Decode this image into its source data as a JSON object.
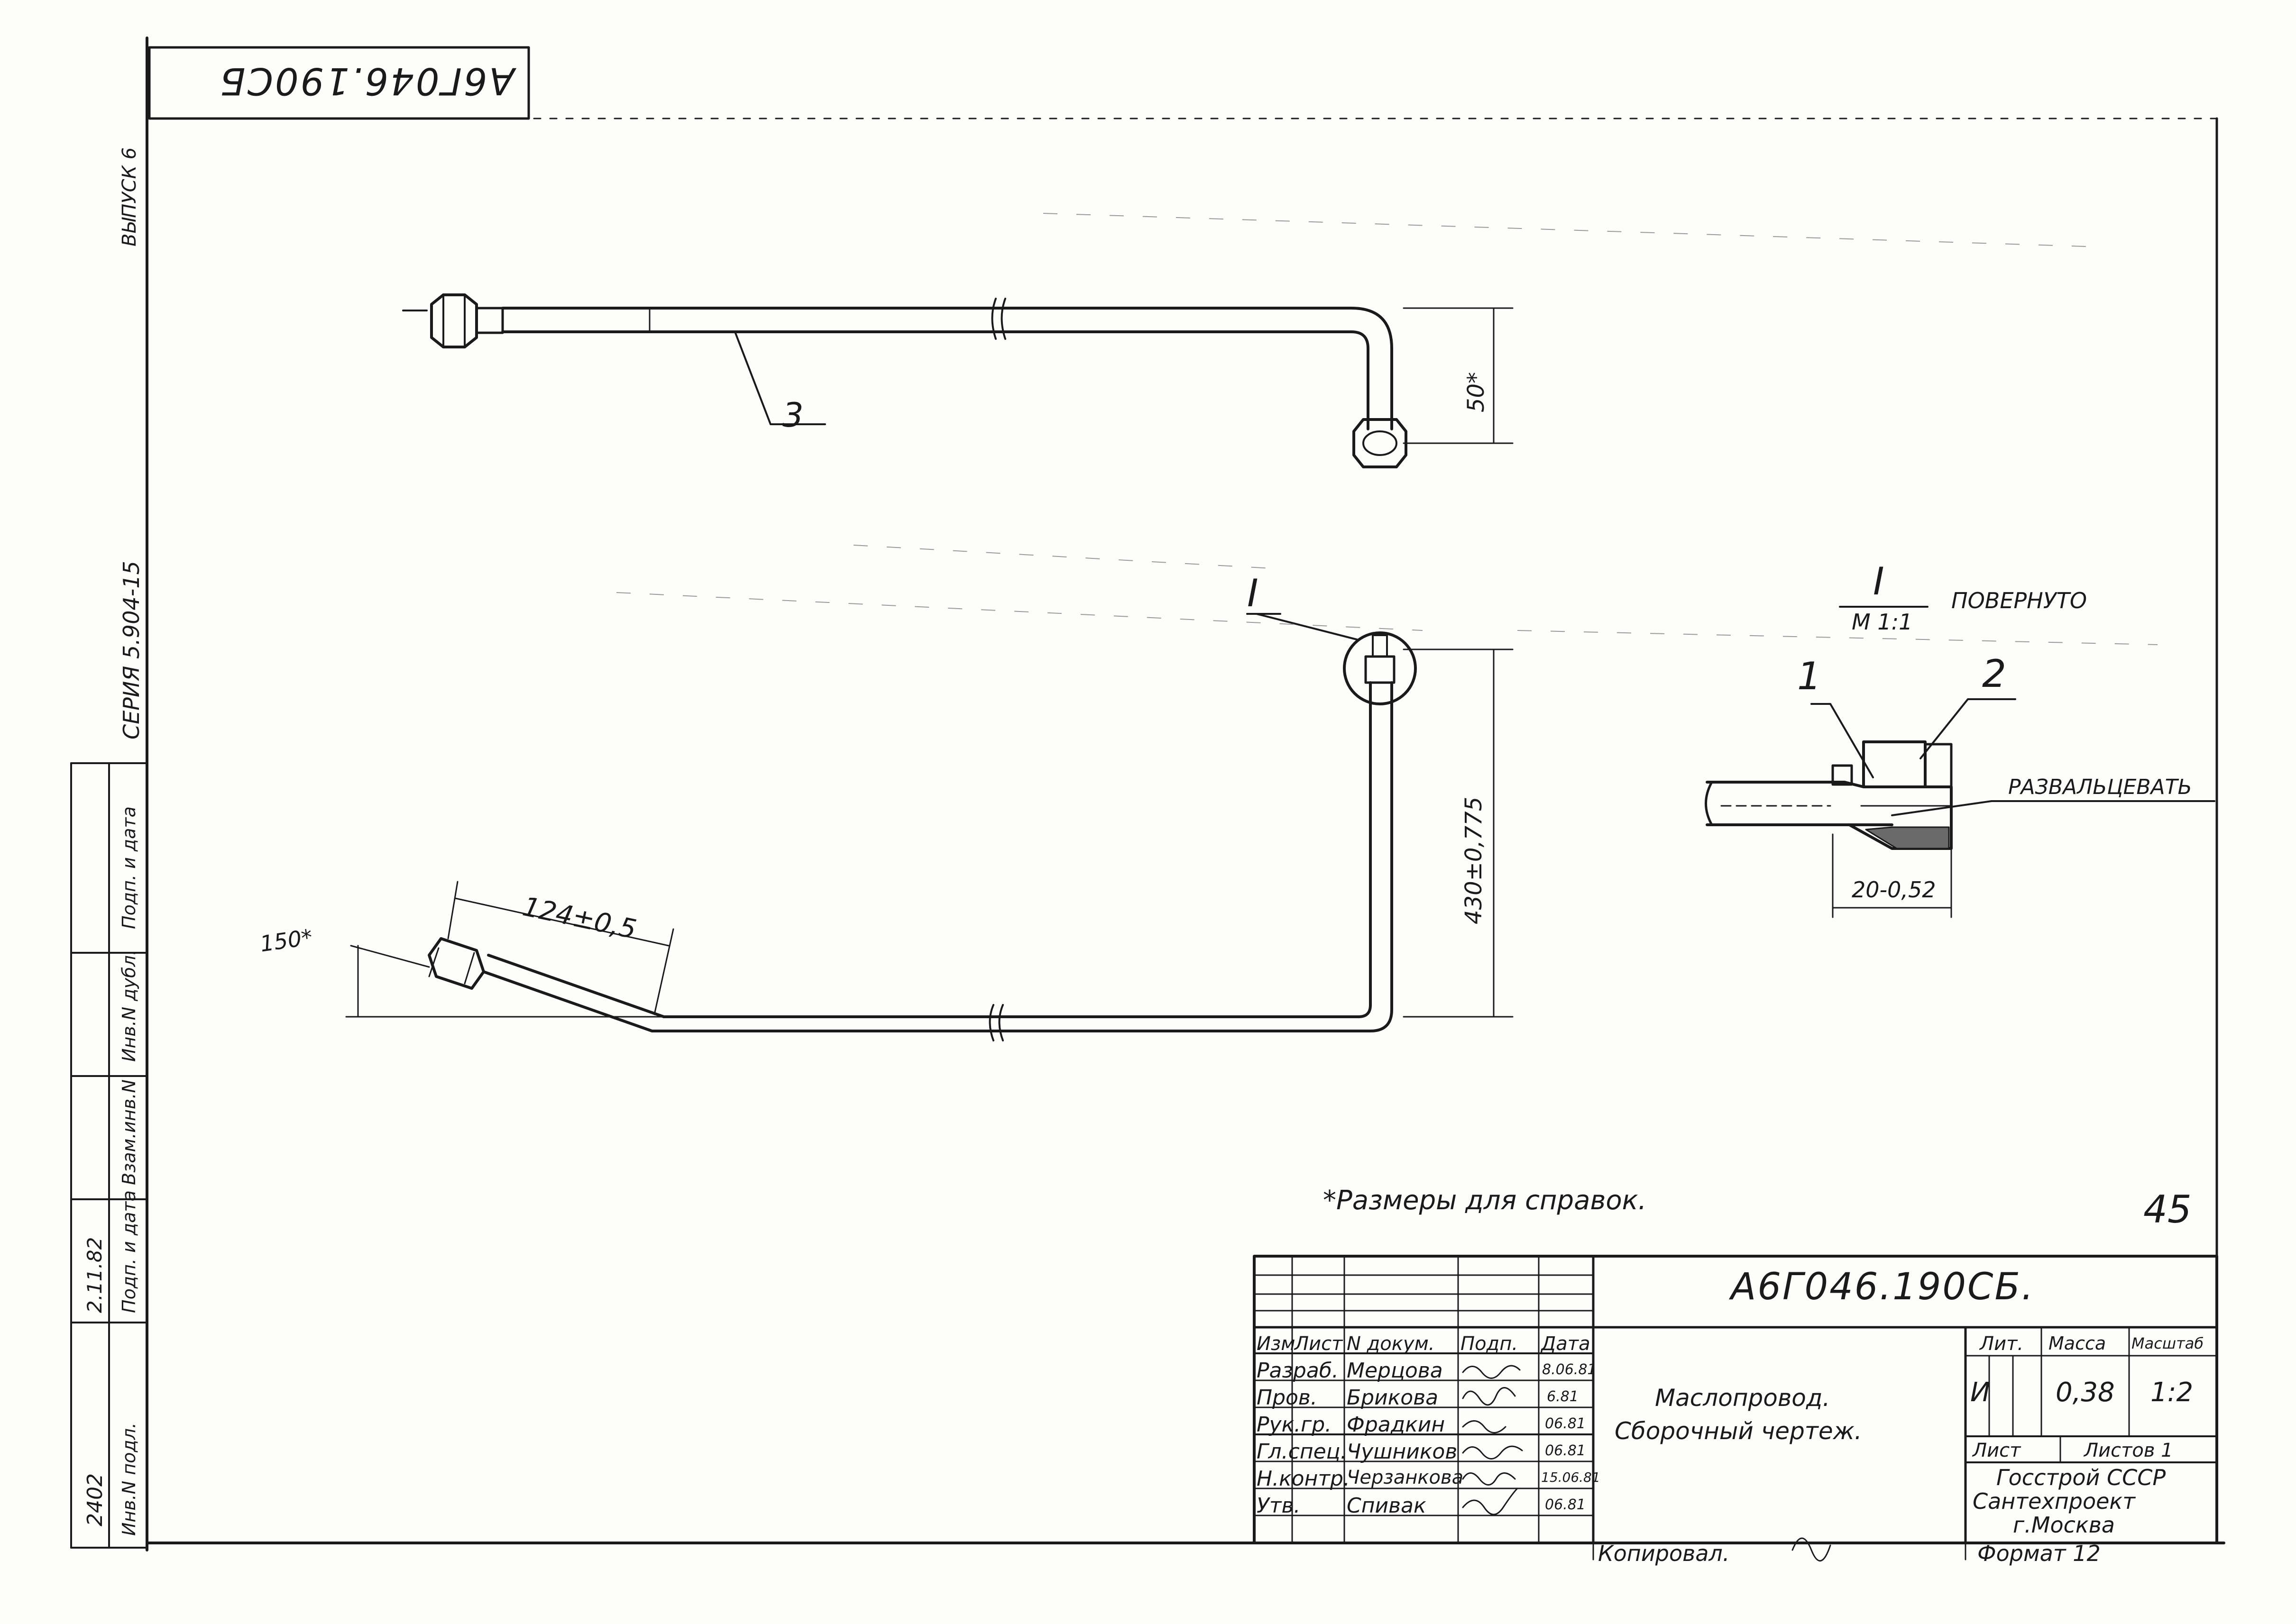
{
  "stamp_code": "А6Г046.190СБ",
  "left_strip": {
    "sheet_ref": "ВЫПУСК 6",
    "series": "СЕРИЯ 5.904-15",
    "podp_i_data_top": "Подп. и дата",
    "vzam_inv": "Взам.инв.N",
    "inv_dubl": "Инв.N дубл.",
    "podp_i_data": "Подп. и дата",
    "podp_value": "2.11.82",
    "inv_podl": "Инв.N подл.",
    "inv_value": "2402"
  },
  "callouts": {
    "part3": "3",
    "part1": "1",
    "part2": "2",
    "view_mark_main": "I",
    "view_mark_detail": "I"
  },
  "dimensions": {
    "d50": "50*",
    "d430": "430±0,775",
    "d124": "124±0,5",
    "d150": "150*",
    "d20": "20-0,52"
  },
  "detail": {
    "scale": "М 1:1",
    "rotated": "ПОВЕРНУТО",
    "flare": "РАЗВАЛЬЦЕВАТЬ"
  },
  "note": "*Размеры для справок.",
  "page_number": "45",
  "title_block": {
    "designation": "А6Г046.190СБ.",
    "name_line1": "Маслопровод.",
    "name_line2": "Сборочный чертеж.",
    "headers": [
      "Изм",
      "Лист",
      "N докум.",
      "Подп.",
      "Дата"
    ],
    "rows": [
      {
        "role": "Разраб.",
        "name": "Мерцова",
        "date": "8.06.81"
      },
      {
        "role": "Пров.",
        "name": "Брикова",
        "date": "6.81"
      },
      {
        "role": "Рук.гр.",
        "name": "Фрадкин",
        "date": "06.81"
      },
      {
        "role": "Гл.спец.",
        "name": "Чушников",
        "date": "06.81"
      },
      {
        "role": "Н.контр.",
        "name": "Черзанкова",
        "date": "15.06.81"
      },
      {
        "role": "Утв.",
        "name": "Спивак",
        "date": "06.81"
      }
    ],
    "lit_label": "Лит.",
    "mass_label": "Масса",
    "scale_label": "Масштаб",
    "lit_value": "И",
    "mass_value": "0,38",
    "scale_value": "1:2",
    "sheet_label": "Лист",
    "sheets_label": "Листов 1",
    "org_line1": "Госстрой СССР",
    "org_line2": "Сантехпроект",
    "org_line3": "г.Москва"
  },
  "copied": "Копировал.",
  "format": "Формат 12"
}
